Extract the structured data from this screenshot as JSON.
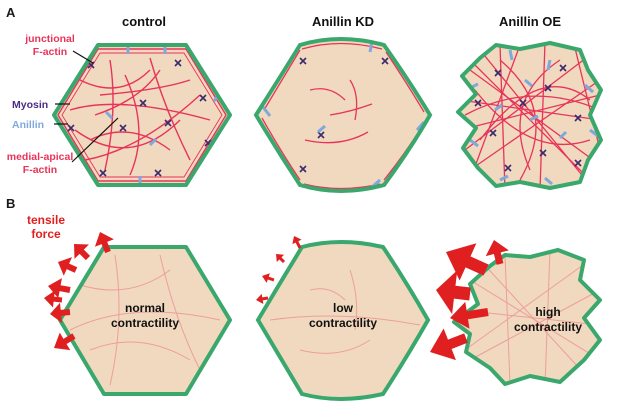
{
  "panels": {
    "a": {
      "letter": "A"
    },
    "b": {
      "letter": "B"
    }
  },
  "columns": [
    {
      "title": "control"
    },
    {
      "title": "Anillin KD"
    },
    {
      "title": "Anillin OE"
    }
  ],
  "legend": {
    "junctional": [
      "junctional",
      "F-actin"
    ],
    "myosin": "Myosin",
    "anillin": "Anillin",
    "medial": [
      "medial-apical",
      "F-actin"
    ]
  },
  "force_label": [
    "tensile",
    "force"
  ],
  "contractility": [
    [
      "normal",
      "contractility"
    ],
    [
      "low",
      "contractility"
    ],
    [
      "high",
      "contractility"
    ]
  ],
  "colors": {
    "cell_fill": "#f0d9be",
    "membrane": "#3aa76d",
    "actin": "#e8345a",
    "myosin": "#3d2a6e",
    "anillin": "#7fa8dd",
    "force": "#e02020",
    "legend_actin_text": "#e8345a",
    "legend_myosin_text": "#4a2c86",
    "legend_anillin_text": "#7fa8dd"
  }
}
